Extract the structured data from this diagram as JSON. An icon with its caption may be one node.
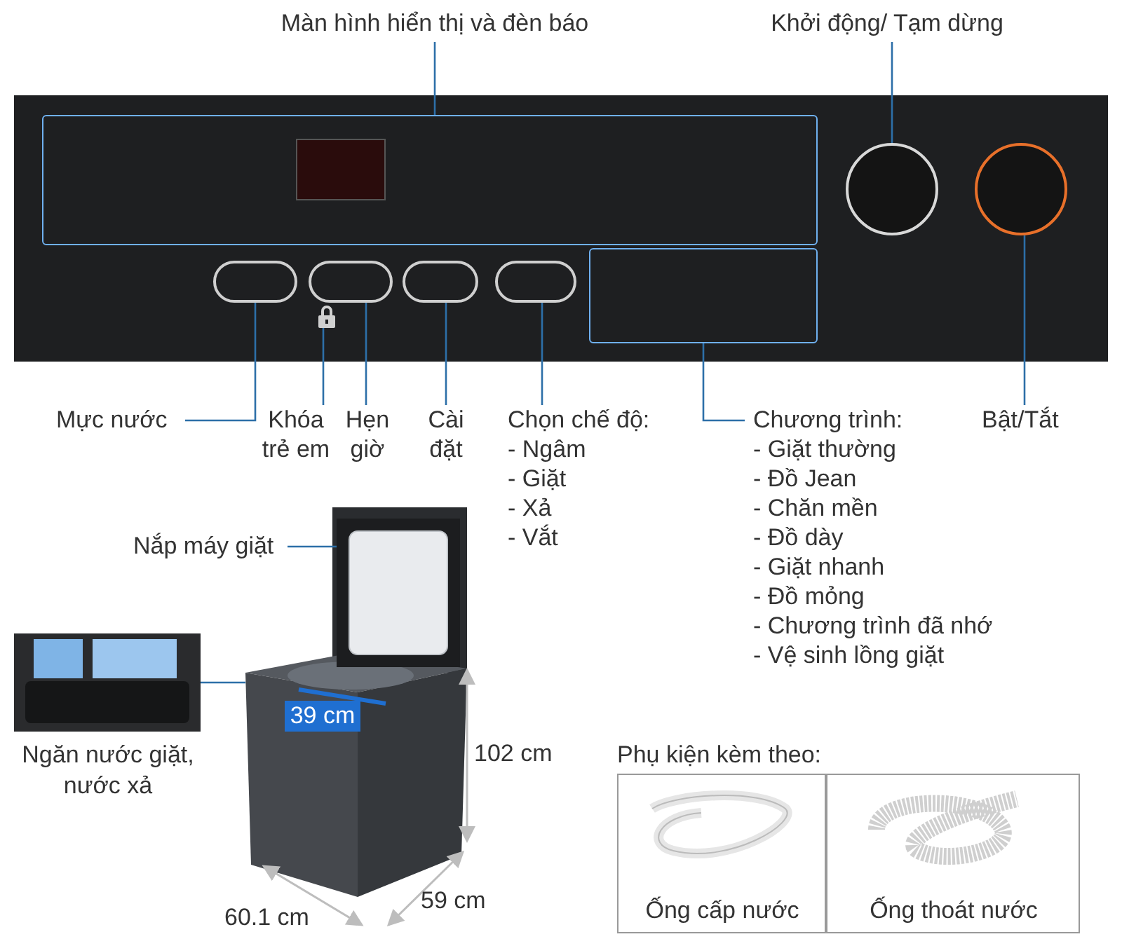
{
  "diagram": {
    "nodes": [
      {
        "text": [],
        "shape": "picture"
      },
      {
        "text": [],
        "shape": "box",
        "in": 0
      },
      {
        "text": [],
        "shape": "circle",
        "in": 0
      },
      {
        "text": [],
        "shape": "circle",
        "in": 0
      },
      {
        "text": [],
        "shape": "ellipse",
        "in": 0
      },
      {
        "text": [],
        "shape": "picture",
        "in": 0
      },
      {
        "text": [],
        "shape": "ellipse",
        "in": 0
      },
      {
        "text": [],
        "shape": "ellipse",
        "in": 0
      },
      {
        "text": [],
        "shape": "ellipse",
        "in": 0
      },
      {
        "text": [],
        "shape": "box",
        "in": 0
      },
      {
        "text": [
          "Màn hình hiển thị và đèn báo"
        ]
      },
      {
        "text": [
          "Khởi động/ Tạm dừng"
        ]
      },
      {
        "text": [
          "Mực nước"
        ]
      },
      {
        "text": [
          "Khóa trẻ em"
        ]
      },
      {
        "text": [
          "Hẹn giờ"
        ]
      },
      {
        "text": [
          "Cài đặt"
        ]
      },
      {
        "text": [
          "Chọn chế độ:",
          "- Ngâm",
          "- Giặt",
          "- Xả",
          "- Vắt"
        ]
      },
      {
        "text": [
          "Chương trình:",
          "- Giặt thường",
          "- Đồ Jean",
          "- Chăn mền",
          "- Đồ dày",
          "- Giặt nhanh",
          "- Đồ mỏng",
          "- Chương trình đã nhớ",
          "- Vệ sinh lồng giặt"
        ]
      },
      {
        "text": [
          "Bật/Tắt"
        ]
      },
      {
        "text": [],
        "shape": "picture"
      },
      {
        "text": [],
        "shape": "picture",
        "in": 19
      },
      {
        "text": [
          "Nắp máy giặt"
        ]
      },
      {
        "text": [],
        "shape": "picture",
        "beside": [
          "Ngăn nước giặt, nước xả"
        ]
      },
      {
        "text": [
          "Phụ kiện kèm theo:"
        ]
      },
      {
        "text": [
          "Ống cấp nước"
        ],
        "in": 23
      },
      {
        "text": [
          "Ống thoát nước"
        ],
        "in": 23
      }
    ],
    "edges": [
      {
        "from": 10,
        "to": 1,
        "arrow": "none"
      },
      {
        "from": 11,
        "to": 2,
        "arrow": "none"
      },
      {
        "from": 12,
        "to": 4,
        "arrow": "none"
      },
      {
        "from": 13,
        "to": 5,
        "arrow": "none"
      },
      {
        "from": 14,
        "to": 6,
        "arrow": "none"
      },
      {
        "from": 15,
        "to": 7,
        "arrow": "none"
      },
      {
        "from": 16,
        "to": 8,
        "arrow": "none"
      },
      {
        "from": 17,
        "to": 9,
        "arrow": "none"
      },
      {
        "from": 18,
        "to": 3,
        "arrow": "none"
      },
      {
        "from": 21,
        "to": 20,
        "arrow": "none"
      },
      {
        "from": 22,
        "to": 19,
        "arrow": "none"
      }
    ],
    "labels": [
      "39 cm",
      "102 cm",
      "60.1 cm",
      "59 cm"
    ]
  }
}
